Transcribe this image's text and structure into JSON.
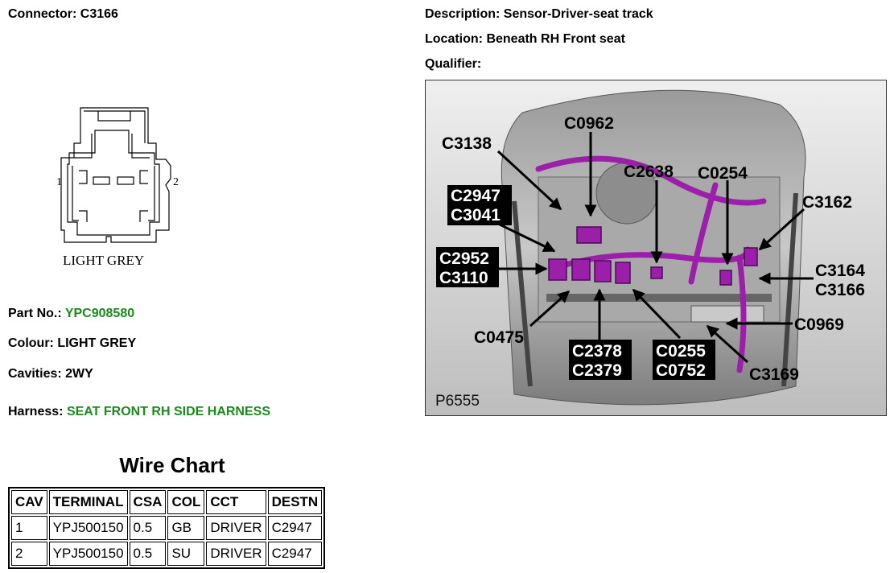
{
  "connector": {
    "label": "Connector:",
    "value": "C3166"
  },
  "description": {
    "label": "Description:",
    "value": "Sensor-Driver-seat track"
  },
  "location": {
    "label": "Location:",
    "value": "Beneath RH Front seat"
  },
  "qualifier": {
    "label": "Qualifier:",
    "value": ""
  },
  "diagram": {
    "pin_left": "1",
    "pin_right": "2",
    "colour_text": "LIGHT GREY"
  },
  "part_no": {
    "label": "Part No.:",
    "value": "YPC908580"
  },
  "colour": {
    "label": "Colour:",
    "value": "LIGHT GREY"
  },
  "cavities": {
    "label": "Cavities:",
    "value": "2WY"
  },
  "harness": {
    "label": "Harness:",
    "value": "SEAT FRONT RH SIDE HARNESS"
  },
  "wire_chart": {
    "title": "Wire Chart",
    "headers": [
      "CAV",
      "TERMINAL",
      "CSA",
      "COL",
      "CCT",
      "DESTN"
    ],
    "rows": [
      [
        "1",
        "YPJ500150",
        "0.5",
        "GB",
        "DRIVER",
        "C2947"
      ],
      [
        "2",
        "YPJ500150",
        "0.5",
        "SU",
        "DRIVER",
        "C2947"
      ]
    ]
  },
  "photo": {
    "ref": "P6555",
    "callouts": {
      "c0962": "C0962",
      "c3138": "C3138",
      "c2638": "C2638",
      "c0254": "C0254",
      "c2947": "C2947",
      "c3041": "C3041",
      "c3162": "C3162",
      "c2952": "C2952",
      "c3110": "C3110",
      "c3164": "C3164",
      "c3166": "C3166",
      "c0969": "C0969",
      "c0475": "C0475",
      "c2378": "C2378",
      "c2379": "C2379",
      "c0255": "C0255",
      "c0752": "C0752",
      "c3169": "C3169"
    }
  },
  "colors": {
    "green_text": "#1a8a1a",
    "harness_purple": "#9b1fa8"
  }
}
